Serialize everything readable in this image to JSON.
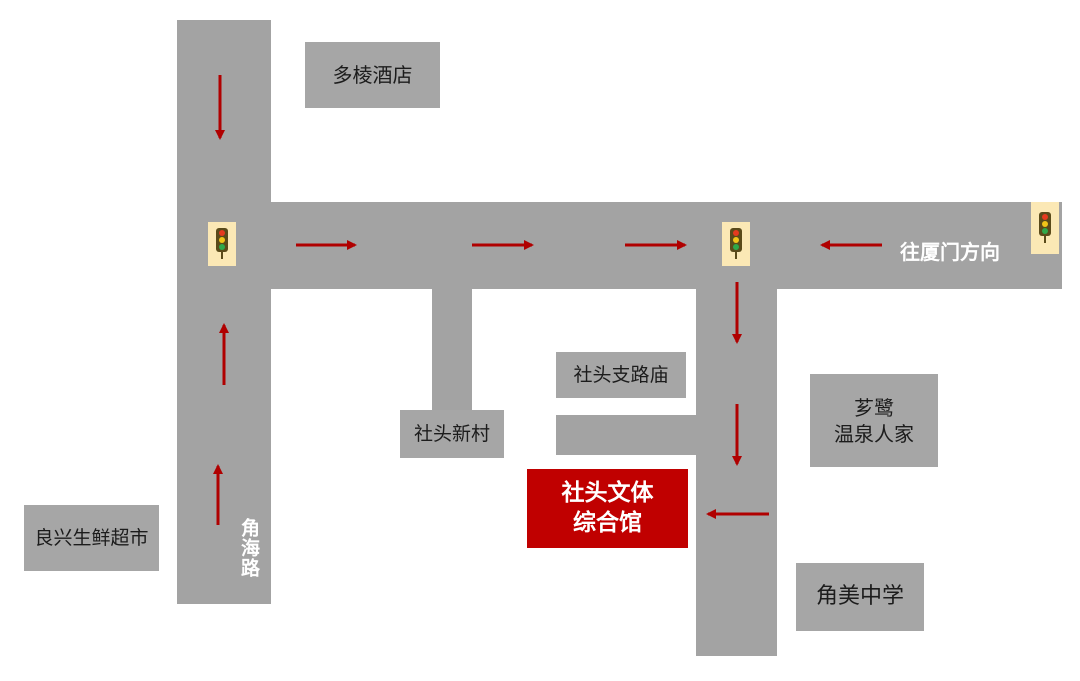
{
  "colors": {
    "road": "#a3a3a3",
    "building": "#a6a6a6",
    "target": "#c00000",
    "arrow": "#b00000",
    "signal_bg": "#fbe8b5"
  },
  "landmarks": {
    "hotel": "多棱酒店",
    "market": "良兴生鲜超市",
    "village": "社头新村",
    "temple": "社头支路庙",
    "resort": [
      "芗鹭",
      "温泉人家"
    ],
    "school": "角美中学",
    "destination": [
      "社头文体",
      "综合馆"
    ]
  },
  "roads": {
    "jiaohai_road": "角海路",
    "direction_xiamen": "往厦门方向"
  },
  "icons": {
    "signal": "traffic-light-icon",
    "arrow": "arrow-icon"
  }
}
